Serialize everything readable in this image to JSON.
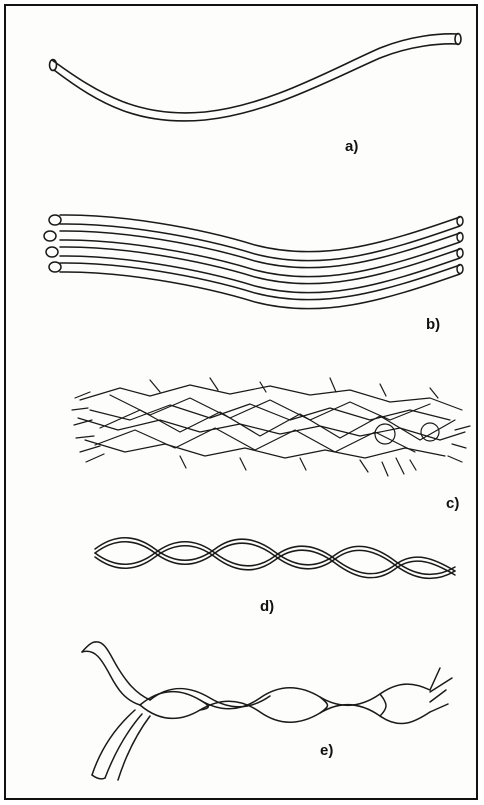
{
  "figure": {
    "labels": {
      "a": "a)",
      "b": "b)",
      "c": "c)",
      "d": "d)",
      "e": "e)"
    }
  }
}
